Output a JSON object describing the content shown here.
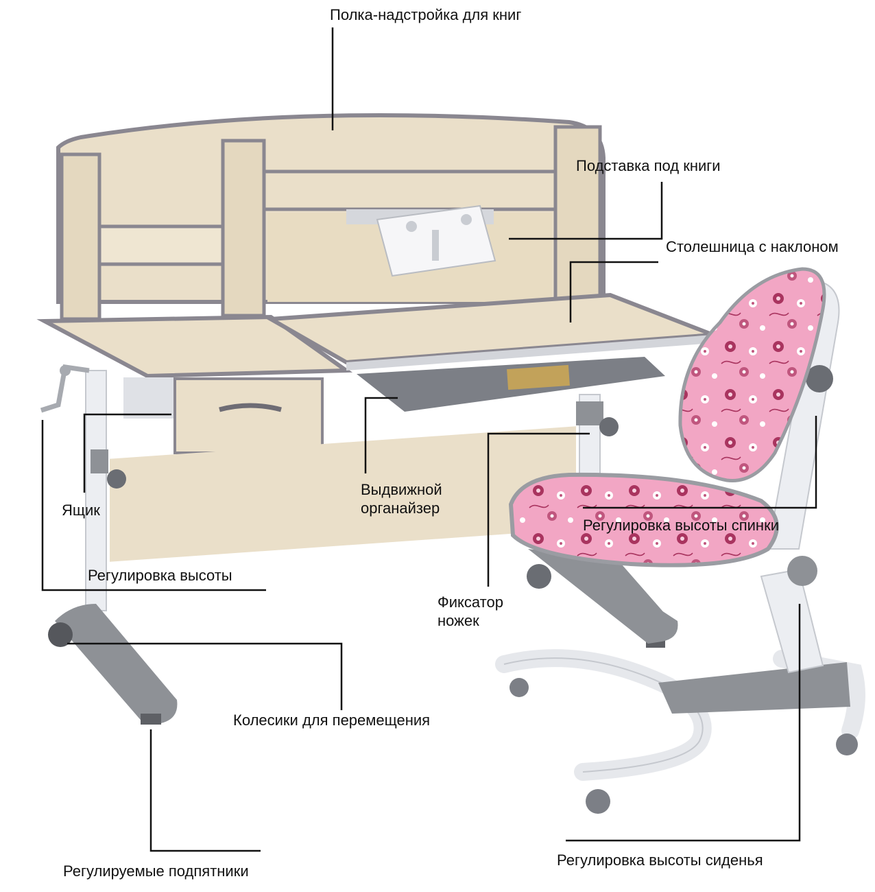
{
  "callouts": {
    "bookshelf": "Полка-надстройка для книг",
    "book_stand": "Подставка под книги",
    "tilt_top": "Столешница с наклоном",
    "drawer": "Ящик",
    "organizer_1": "Выдвижной",
    "organizer_2": "органайзер",
    "desk_height": "Регулировка высоты",
    "backrest_height": "Регулировка высоты спинки",
    "leg_lock_1": "Фиксатор",
    "leg_lock_2": "ножек",
    "wheels": "Колесики для перемещения",
    "feet": "Регулируемые подпятники",
    "seat_height": "Регулировка высоты сиденья"
  },
  "colors": {
    "wood": "#eadfc9",
    "wood_dark": "#d8c8a8",
    "edge_trim": "#8a8790",
    "metal_white": "#eceef2",
    "plastic_gray": "#8e9196",
    "upholstery_pink": "#f2a6c4",
    "flower_dark": "#a9345f",
    "flower_light": "#ffffff"
  }
}
